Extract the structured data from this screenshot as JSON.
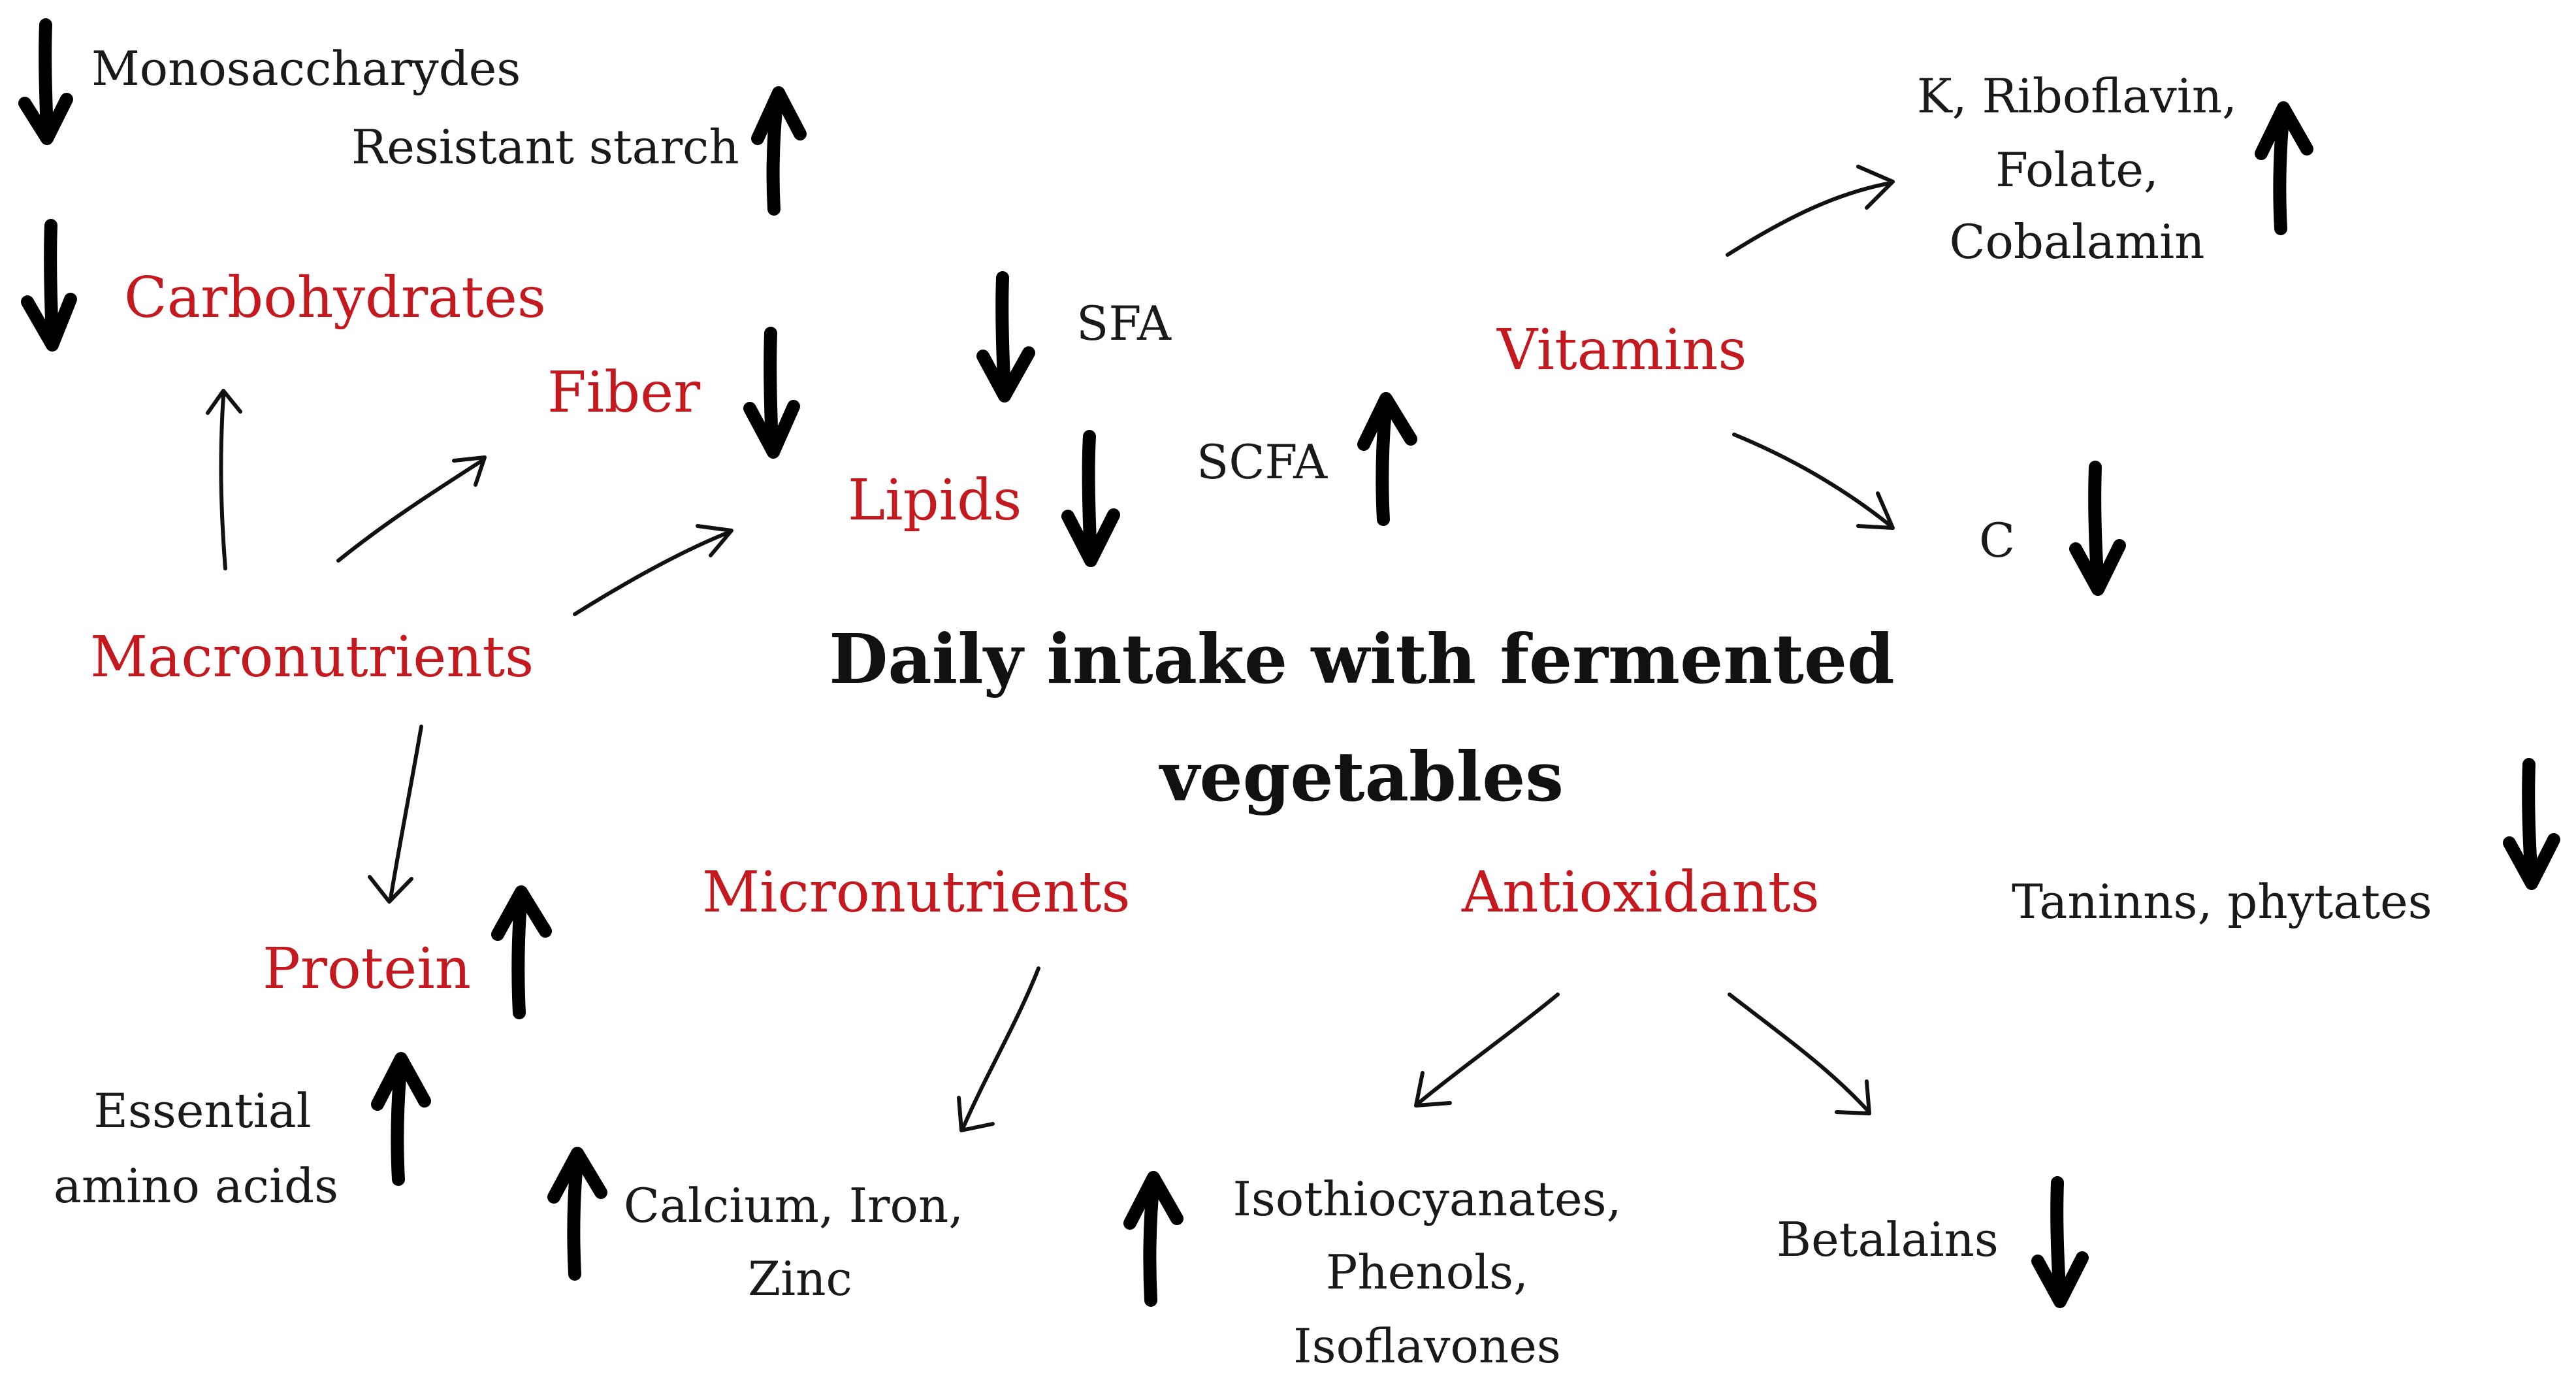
{
  "title": {
    "line1": "Daily intake with fermented",
    "line2": "vegetables"
  },
  "categories": {
    "carbohydrates": "Carbohydrates",
    "fiber": "Fiber",
    "lipids": "Lipids",
    "vitamins": "Vitamins",
    "macronutrients": "Macronutrients",
    "protein": "Protein",
    "micronutrients": "Micronutrients",
    "antioxidants": "Antioxidants"
  },
  "items": {
    "monosaccharydes": "Monosaccharydes",
    "resistant_starch": "Resistant starch",
    "sfa": "SFA",
    "scfa": "SCFA",
    "vitamins_group1": [
      "K, Riboflavin,",
      "Folate,",
      "Cobalamin"
    ],
    "vitamin_c": "C",
    "tannins": "Taninns, phytates",
    "amino_acids": [
      "Essential",
      "amino acids"
    ],
    "minerals": [
      "Calcium, Iron,",
      "Zinc"
    ],
    "phyto": [
      "Isothiocyanates,",
      "Phenols,",
      "Isoflavones"
    ],
    "betalains": "Betalains"
  },
  "trends": {
    "monosaccharydes": "decrease",
    "carbohydrates": "decrease",
    "resistant_starch": "increase",
    "fiber": "decrease",
    "sfa": "decrease",
    "lipids": "decrease",
    "scfa": "increase",
    "vitamins_group1": "increase",
    "vitamin_c": "decrease",
    "tannins": "decrease",
    "protein": "increase",
    "amino_acids": "increase",
    "minerals": "increase",
    "phyto": "increase",
    "betalains": "decrease"
  },
  "colors": {
    "category": "#c41a1f",
    "text": "#1a1a1a",
    "arrow": "#000000"
  }
}
